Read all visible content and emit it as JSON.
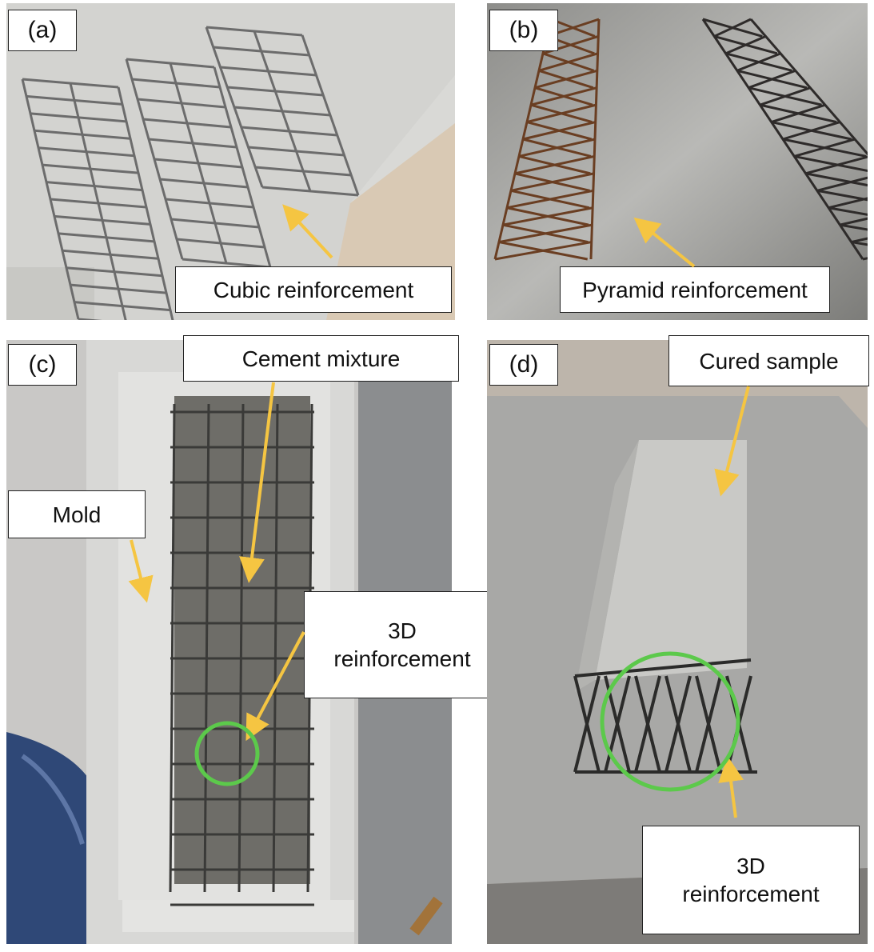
{
  "panels": {
    "a": {
      "tag": "(a)",
      "callout": "Cubic reinforcement"
    },
    "b": {
      "tag": "(b)",
      "callout": "Pyramid reinforcement"
    },
    "c": {
      "tag": "(c)",
      "callouts": {
        "mixture": "Cement mixture",
        "mold": "Mold",
        "reinforcement": "3D\nreinforcement"
      }
    },
    "d": {
      "tag": "(d)",
      "callouts": {
        "sample": "Cured sample",
        "reinforcement": "3D\nreinforcement"
      }
    }
  },
  "colors": {
    "arrow": "#f5c542",
    "circle": "#5cc94b",
    "steel": "#6f6f6f",
    "rust": "#7a4a2a",
    "concrete": "#9a9a98"
  }
}
